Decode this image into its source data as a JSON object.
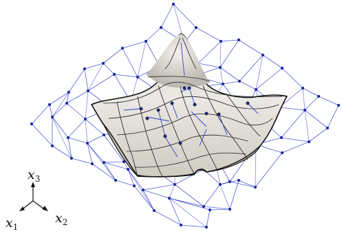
{
  "axes": {
    "x1": {
      "base": "x",
      "sub": "1"
    },
    "x2": {
      "base": "x",
      "sub": "2"
    },
    "x3": {
      "base": "x",
      "sub": "3"
    }
  },
  "colors": {
    "control_net": "#3040c8",
    "control_point": "#1e2aa0",
    "surface_fill": "#e4e1da",
    "surface_shade": "#b9b5ab",
    "surface_grid": "#1a1a1a",
    "outline": "#111111"
  }
}
